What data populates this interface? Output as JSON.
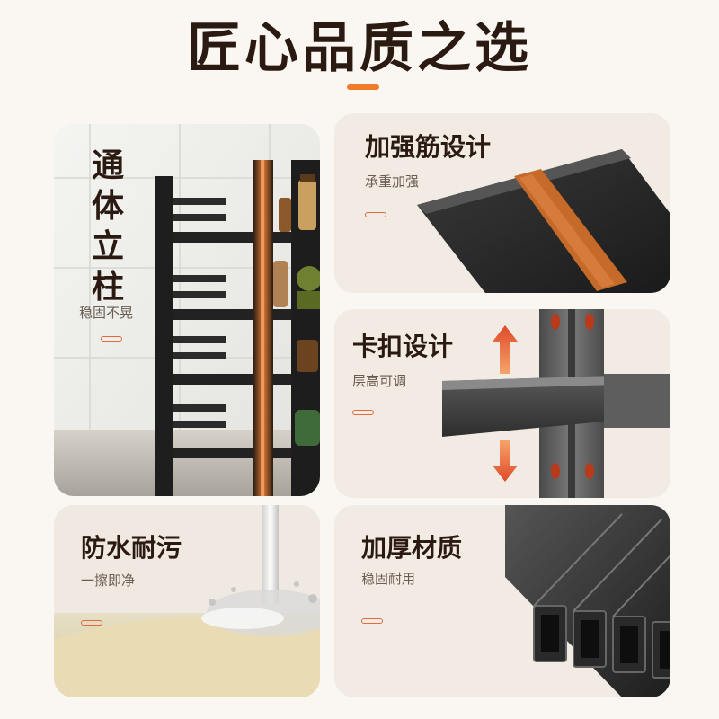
{
  "page": {
    "title": "匠心品质之选",
    "accent_color": "#f07c2a"
  },
  "cards": {
    "pillar": {
      "heading_chars": [
        "通",
        "体",
        "立",
        "柱"
      ],
      "subtitle": "稳固不晃"
    },
    "rib": {
      "heading": "加强筋设计",
      "subtitle": "承重加强"
    },
    "buckle": {
      "heading": "卡扣设计",
      "subtitle": "层高可调"
    },
    "waterproof": {
      "heading": "防水耐污",
      "subtitle": "一擦即净"
    },
    "material": {
      "heading": "加厚材质",
      "subtitle": "稳固耐用"
    }
  },
  "icons": [
    "arrow-up-icon",
    "arrow-down-icon"
  ]
}
